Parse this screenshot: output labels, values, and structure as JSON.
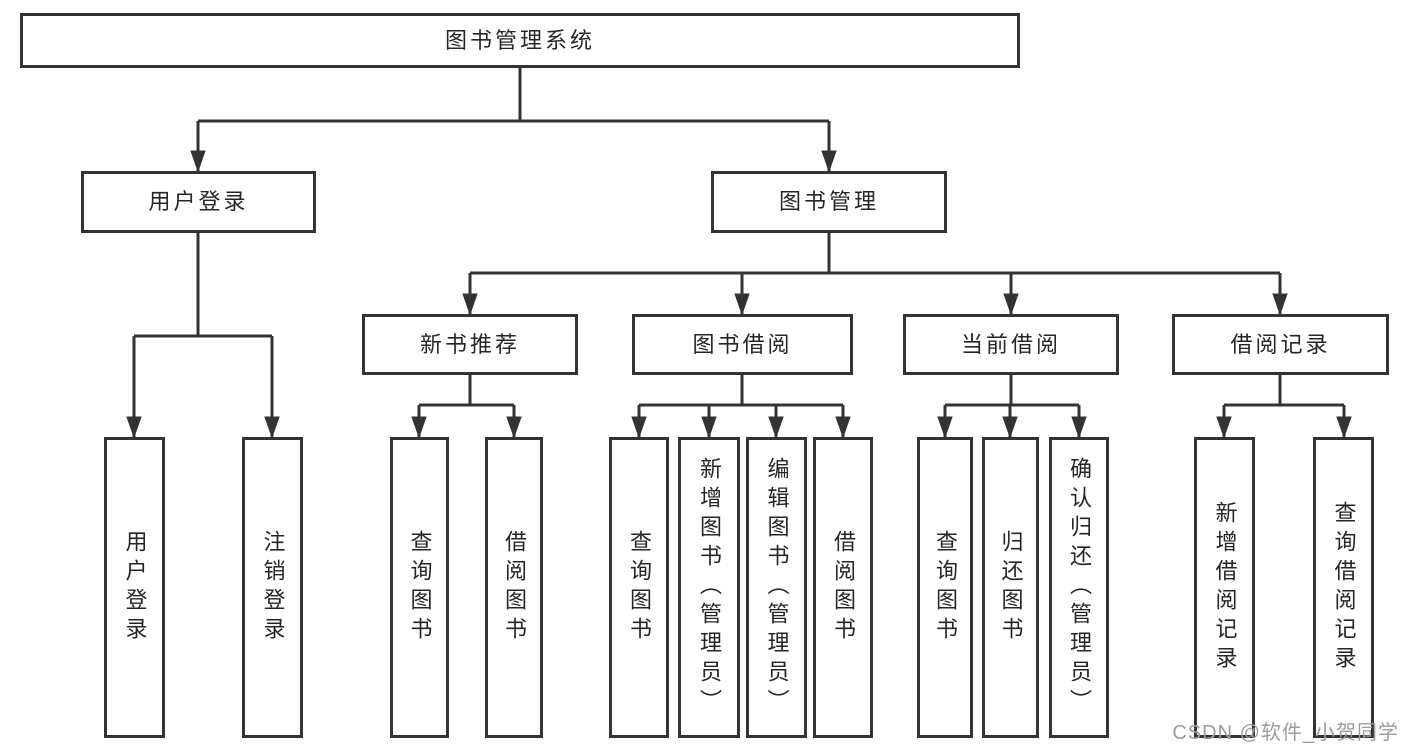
{
  "diagram": {
    "title": "图书管理系统",
    "type": "hierarchy-tree"
  },
  "nodes": {
    "root": {
      "label": "图书管理系统"
    },
    "user_login": {
      "label": "用户登录"
    },
    "book_mgmt": {
      "label": "图书管理"
    },
    "new_book_rec": {
      "label": "新书推荐"
    },
    "book_borrowing": {
      "label": "图书借阅"
    },
    "current_borrowing": {
      "label": "当前借阅"
    },
    "borrow_records": {
      "label": "借阅记录"
    },
    "leaf_user_login": {
      "label": "用户登录"
    },
    "leaf_logout": {
      "label": "注销登录"
    },
    "leaf_query_book_a": {
      "label": "查询图书"
    },
    "leaf_borrow_book_a": {
      "label": "借阅图书"
    },
    "leaf_query_book_b": {
      "label": "查询图书"
    },
    "leaf_add_book": {
      "label": "新增图书（管理员）"
    },
    "leaf_edit_book": {
      "label": "编辑图书（管理员）"
    },
    "leaf_borrow_book_b": {
      "label": "借阅图书"
    },
    "leaf_query_book_c": {
      "label": "查询图书"
    },
    "leaf_return_book": {
      "label": "归还图书"
    },
    "leaf_confirm_return": {
      "label": "确认归还（管理员）"
    },
    "leaf_add_record": {
      "label": "新增借阅记录"
    },
    "leaf_query_record": {
      "label": "查询借阅记录"
    }
  },
  "hierarchy": {
    "图书管理系统": [
      "用户登录",
      "图书管理"
    ],
    "用户登录": [
      "用户登录",
      "注销登录"
    ],
    "图书管理": [
      "新书推荐",
      "图书借阅",
      "当前借阅",
      "借阅记录"
    ],
    "新书推荐": [
      "查询图书",
      "借阅图书"
    ],
    "图书借阅": [
      "查询图书",
      "新增图书（管理员）",
      "编辑图书（管理员）",
      "借阅图书"
    ],
    "当前借阅": [
      "查询图书",
      "归还图书",
      "确认归还（管理员）"
    ],
    "借阅记录": [
      "新增借阅记录",
      "查询借阅记录"
    ]
  },
  "watermark": {
    "text": "CSDN @软件_小贺同学"
  },
  "colors": {
    "line": "#333333",
    "box_border": "#333333",
    "text": "#262626",
    "background": "#ffffff",
    "watermark": "#9c9c9c"
  }
}
